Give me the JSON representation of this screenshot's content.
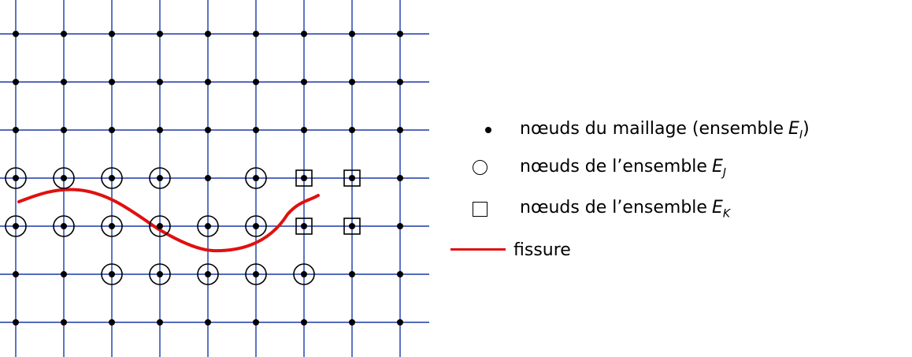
{
  "colors": {
    "grid": "#1a3aa8",
    "node": "#000000",
    "crack": "#e01010"
  },
  "grid": {
    "columns": 9,
    "rows": 7
  },
  "set_j_nodes": [
    [
      0,
      3
    ],
    [
      1,
      3
    ],
    [
      2,
      3
    ],
    [
      3,
      3
    ],
    [
      5,
      3
    ],
    [
      0,
      4
    ],
    [
      1,
      4
    ],
    [
      2,
      4
    ],
    [
      3,
      4
    ],
    [
      4,
      4
    ],
    [
      5,
      4
    ],
    [
      2,
      5
    ],
    [
      3,
      5
    ],
    [
      4,
      5
    ],
    [
      5,
      5
    ],
    [
      6,
      5
    ]
  ],
  "set_k_nodes": [
    [
      6,
      3
    ],
    [
      7,
      3
    ],
    [
      6,
      4
    ],
    [
      7,
      4
    ]
  ],
  "legend": {
    "mesh_nodes": {
      "icon": "dot-icon",
      "text": "nœuds du maillage (ensemble ",
      "symbol": "E",
      "subscript": "I",
      "suffix": " )"
    },
    "set_j": {
      "icon": "circle-icon",
      "text": "nœuds de l’ensemble ",
      "symbol": "E",
      "subscript": "J"
    },
    "set_k": {
      "icon": "square-icon",
      "text": "nœuds de l’ensemble ",
      "symbol": "E",
      "subscript": "K"
    },
    "crack": {
      "icon": "red-line-icon",
      "label": "fissure"
    }
  }
}
